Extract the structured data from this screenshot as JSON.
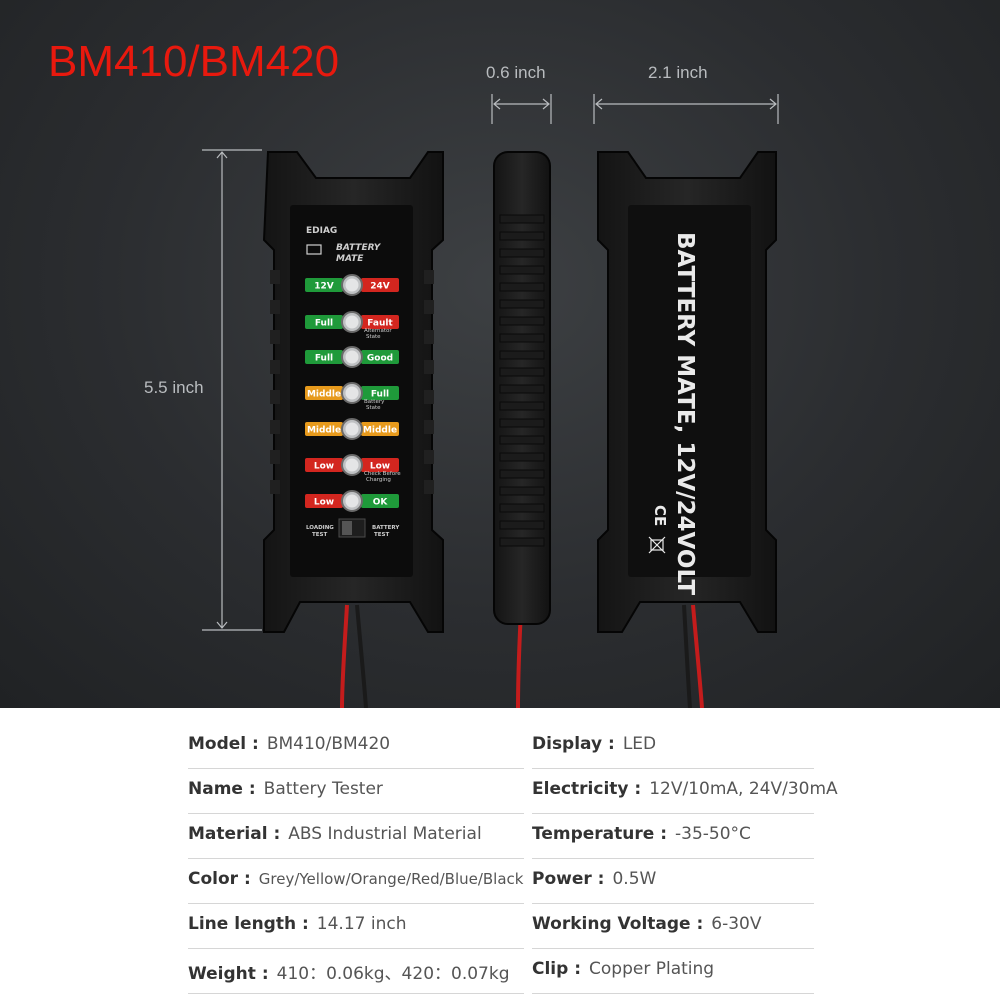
{
  "header": {
    "title": "BM410/BM420"
  },
  "dimensions": {
    "width_front": "0.6 inch",
    "width_back": "2.1 inch",
    "height": "5.5 inch"
  },
  "device": {
    "brand": "EDIAG",
    "logo_line1": "BATTERY",
    "logo_line2": "MATE",
    "leds": [
      {
        "left": "12V",
        "right": "24V",
        "left_color": "#1f9a3a",
        "right_color": "#d3261f",
        "note": ""
      },
      {
        "left": "Full",
        "right": "Fault",
        "left_color": "#1f9a3a",
        "right_color": "#d3261f",
        "note": "Alternator State"
      },
      {
        "left": "Full",
        "right": "Good",
        "left_color": "#1f9a3a",
        "right_color": "#1f9a3a",
        "note": ""
      },
      {
        "left": "Middle",
        "right": "Full",
        "left_color": "#e79a1c",
        "right_color": "#1f9a3a",
        "note": "Battery State"
      },
      {
        "left": "Middle",
        "right": "Middle",
        "left_color": "#e79a1c",
        "right_color": "#e79a1c",
        "note": ""
      },
      {
        "left": "Low",
        "right": "Low",
        "left_color": "#d3261f",
        "right_color": "#d3261f",
        "note": "Check Before Charging"
      },
      {
        "left": "Low",
        "right": "OK",
        "left_color": "#d3261f",
        "right_color": "#1f9a3a",
        "note": ""
      }
    ],
    "switch_left": "LOADING TEST",
    "switch_right": "BATTERY TEST",
    "back_label": "BATTERY MATE, 12V/24VOLT",
    "ce_mark": "CE"
  },
  "specs": {
    "left": [
      {
        "key": "Model :",
        "value": "BM410/BM420"
      },
      {
        "key": "Name :",
        "value": "Battery Tester"
      },
      {
        "key": "Material :",
        "value": "ABS Industrial Material"
      },
      {
        "key": "Color :",
        "value": "Grey/Yellow/Orange/Red/Blue/Black"
      },
      {
        "key": "Line length :",
        "value": "14.17 inch"
      },
      {
        "key": "Weight :",
        "value": "410：0.06kg、420：0.07kg"
      }
    ],
    "right": [
      {
        "key": "Display :",
        "value": "LED"
      },
      {
        "key": "Electricity :",
        "value": "12V/10mA, 24V/30mA"
      },
      {
        "key": "Temperature :",
        "value": "-35-50°C"
      },
      {
        "key": "Power :",
        "value": "0.5W"
      },
      {
        "key": "Working Voltage :",
        "value": "6-30V"
      },
      {
        "key": "Clip :",
        "value": "Copper Plating"
      }
    ]
  },
  "colors": {
    "title_red": "#e8190e",
    "led_green": "#1f9a3a",
    "led_red": "#d3261f",
    "led_orange": "#e79a1c",
    "background_dark": "#2b2d30"
  }
}
